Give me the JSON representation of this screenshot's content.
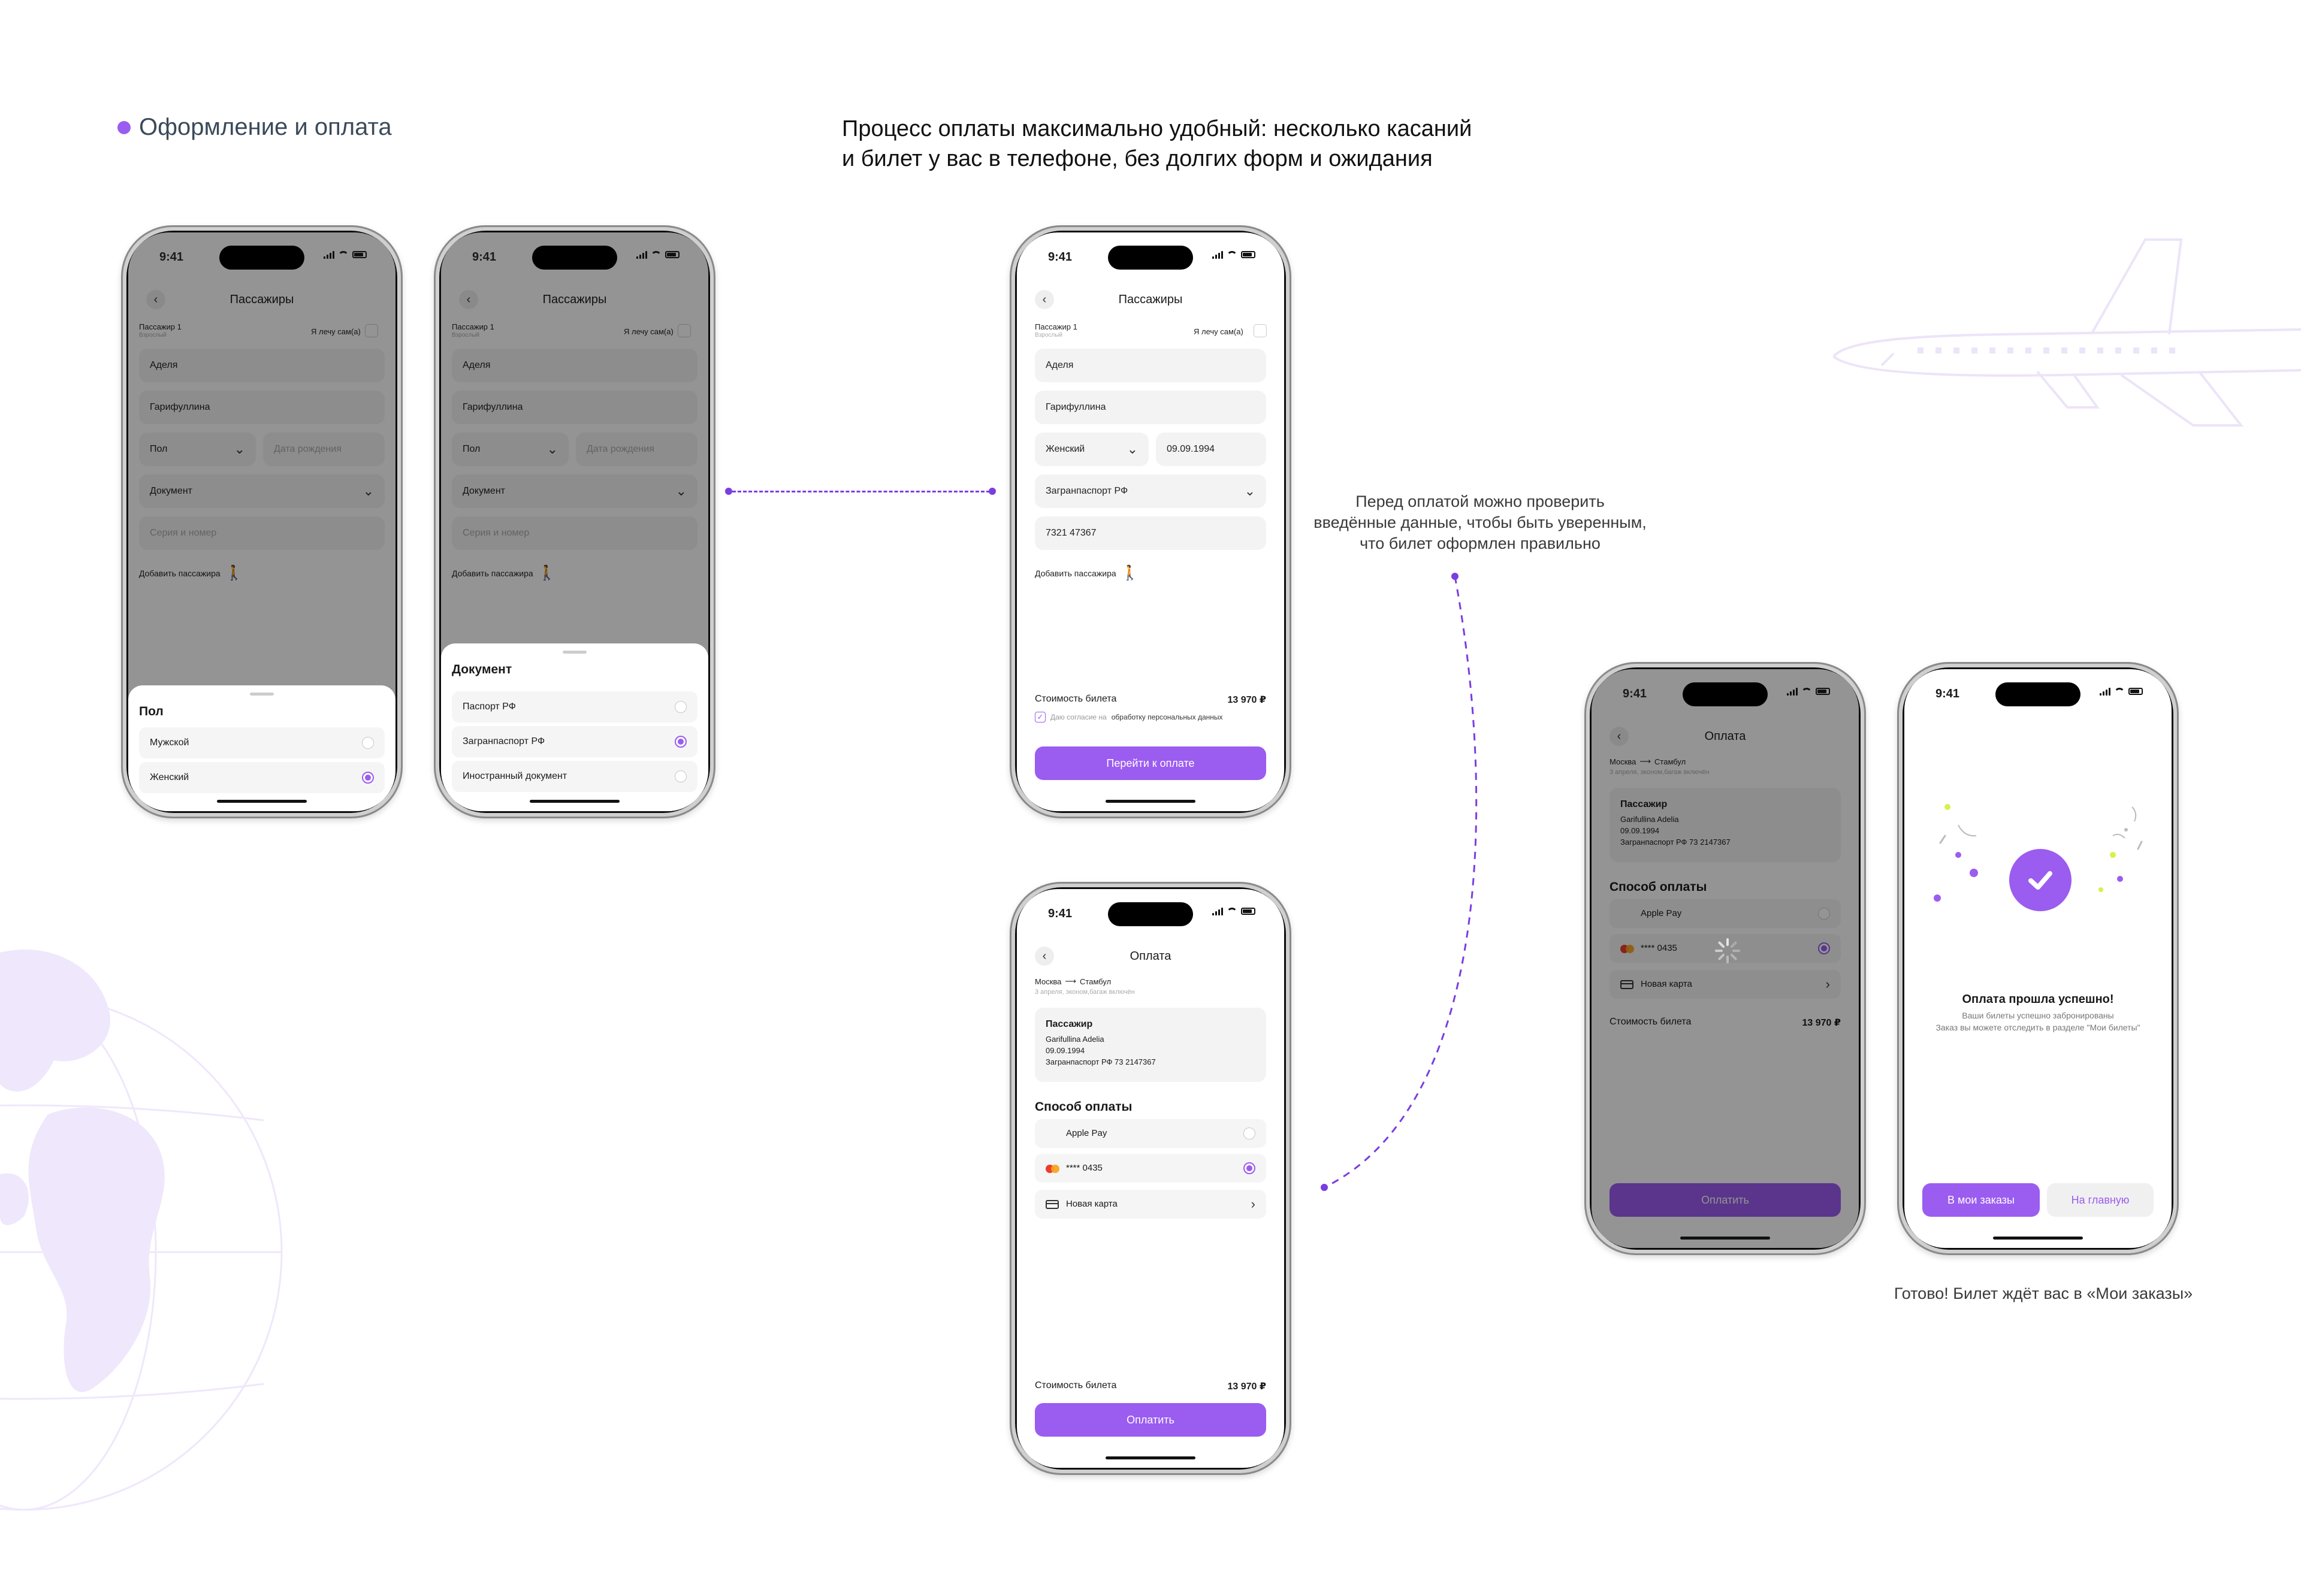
{
  "colors": {
    "accent": "#9b5cf0",
    "connector": "#7a3ee0",
    "decor": "#efe7fb"
  },
  "header": {
    "section_title": "Оформление и оплата",
    "hero_line1": "Процесс оплаты максимально удобный: несколько касаний",
    "hero_line2": "и билет у вас в телефоне, без долгих форм и ожидания"
  },
  "notes": {
    "check_line1": "Перед  оплатой можно проверить",
    "check_line2": "введённые данные, чтобы быть уверенным,",
    "check_line3": "что билет оформлен правильно",
    "done": "Готово! Билет ждёт вас в «Мои заказы»"
  },
  "status": {
    "time": "9:41"
  },
  "passengers_form": {
    "title": "Пассажиры",
    "passenger_label": "Пассажир 1",
    "passenger_type": "Взрослый",
    "self_fly": "Я лечу сам(а)",
    "first_name": "Аделя",
    "last_name": "Гарифуллина",
    "gender_placeholder": "Пол",
    "birth_placeholder": "Дата рождения",
    "document_placeholder": "Документ",
    "series_placeholder": "Серия и номер",
    "add_passenger": "Добавить пассажира"
  },
  "gender_sheet": {
    "title": "Пол",
    "options": [
      "Мужской",
      "Женский"
    ],
    "selected": 1
  },
  "document_sheet": {
    "title": "Документ",
    "options": [
      "Паспорт РФ",
      "Загранпаспорт РФ",
      "Иностранный документ"
    ],
    "selected": 1
  },
  "filled_form": {
    "gender": "Женский",
    "birth": "09.09.1994",
    "document": "Загранпаспорт РФ",
    "series": "7321 47367",
    "price_label": "Стоимость билета",
    "price": "13 970 ₽",
    "consent_prefix": "Даю согласие на",
    "consent_link": "обработку персональных данных",
    "cta": "Перейти к оплате"
  },
  "payment": {
    "title": "Оплата",
    "from": "Москва",
    "to": "Стамбул",
    "route_sub": "3 апреля, эконом,багаж включён",
    "passenger_card_title": "Пассажир",
    "passenger_name": "Garifullina Adelia",
    "passenger_birth": "09.09.1994",
    "passenger_doc": "Загранпаспорт РФ 73 2147367",
    "methods_title": "Способ оплаты",
    "method_apple": "Apple Pay",
    "method_card": "**** 0435",
    "method_new": "Новая карта",
    "price_label": "Стоимость билета",
    "price": "13 970 ₽",
    "cta": "Оплатить"
  },
  "success": {
    "title": "Оплата прошла успешно!",
    "line1": "Ваши билеты успешно забронированы",
    "line2": "Заказ вы можете отследить в разделе \"Мои билеты\"",
    "btn_orders": "В мои заказы",
    "btn_home": "На главную"
  }
}
